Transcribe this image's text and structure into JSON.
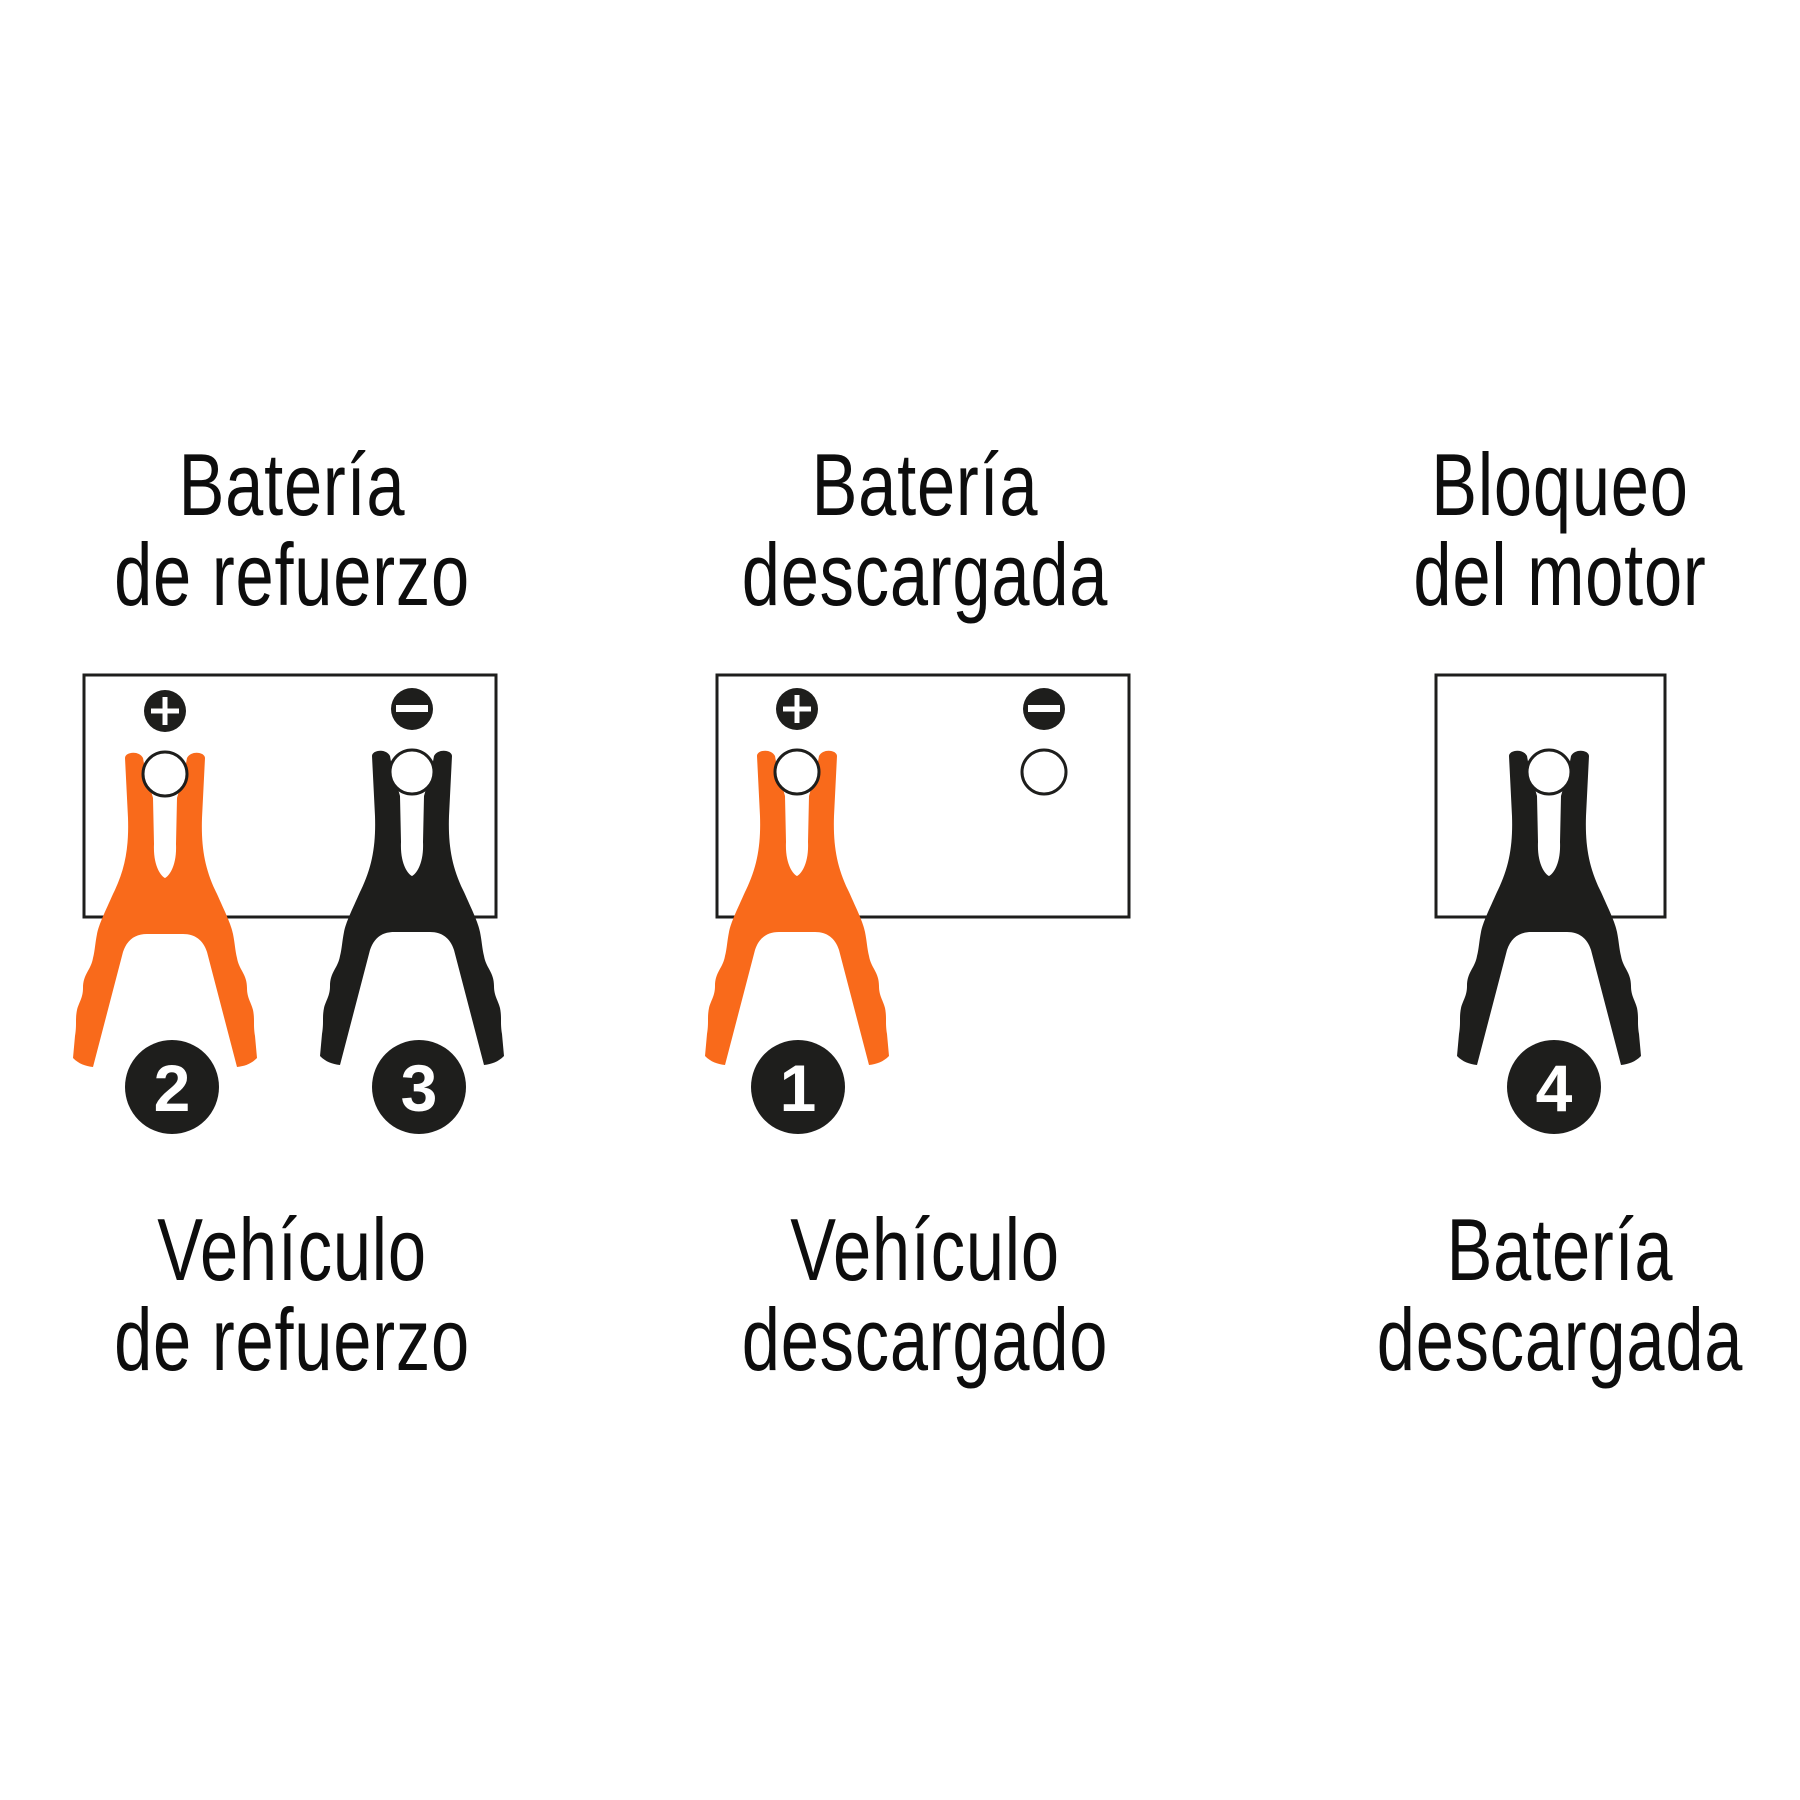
{
  "colors": {
    "positive_clamp": "#F96A1B",
    "negative_clamp": "#1E1E1C",
    "outline": "#1E1E1C",
    "badge": "#1E1E1C",
    "background": "#FFFFFF"
  },
  "columns": [
    {
      "id": "booster",
      "top_label": [
        "Batería",
        "de refuerzo"
      ],
      "bottom_label": [
        "Vehículo",
        "de refuerzo"
      ],
      "battery": {
        "terminals": [
          {
            "polarity": "positive",
            "sign_icon": "plus-icon",
            "clamp": {
              "color": "positive",
              "step": "2"
            }
          },
          {
            "polarity": "negative",
            "sign_icon": "minus-icon",
            "clamp": {
              "color": "negative",
              "step": "3"
            }
          }
        ]
      }
    },
    {
      "id": "discharged",
      "top_label": [
        "Batería",
        "descargada"
      ],
      "bottom_label": [
        "Vehículo",
        "descargado"
      ],
      "battery": {
        "terminals": [
          {
            "polarity": "positive",
            "sign_icon": "plus-icon",
            "clamp": {
              "color": "positive",
              "step": "1"
            }
          },
          {
            "polarity": "negative",
            "sign_icon": "minus-icon",
            "clamp": null
          }
        ]
      }
    },
    {
      "id": "engine-block",
      "top_label": [
        "Bloqueo",
        "del motor"
      ],
      "bottom_label": [
        "Batería",
        "descargada"
      ],
      "battery": {
        "terminals": [
          {
            "polarity": "ground",
            "sign_icon": null,
            "clamp": {
              "color": "negative",
              "step": "4"
            }
          }
        ]
      }
    }
  ]
}
